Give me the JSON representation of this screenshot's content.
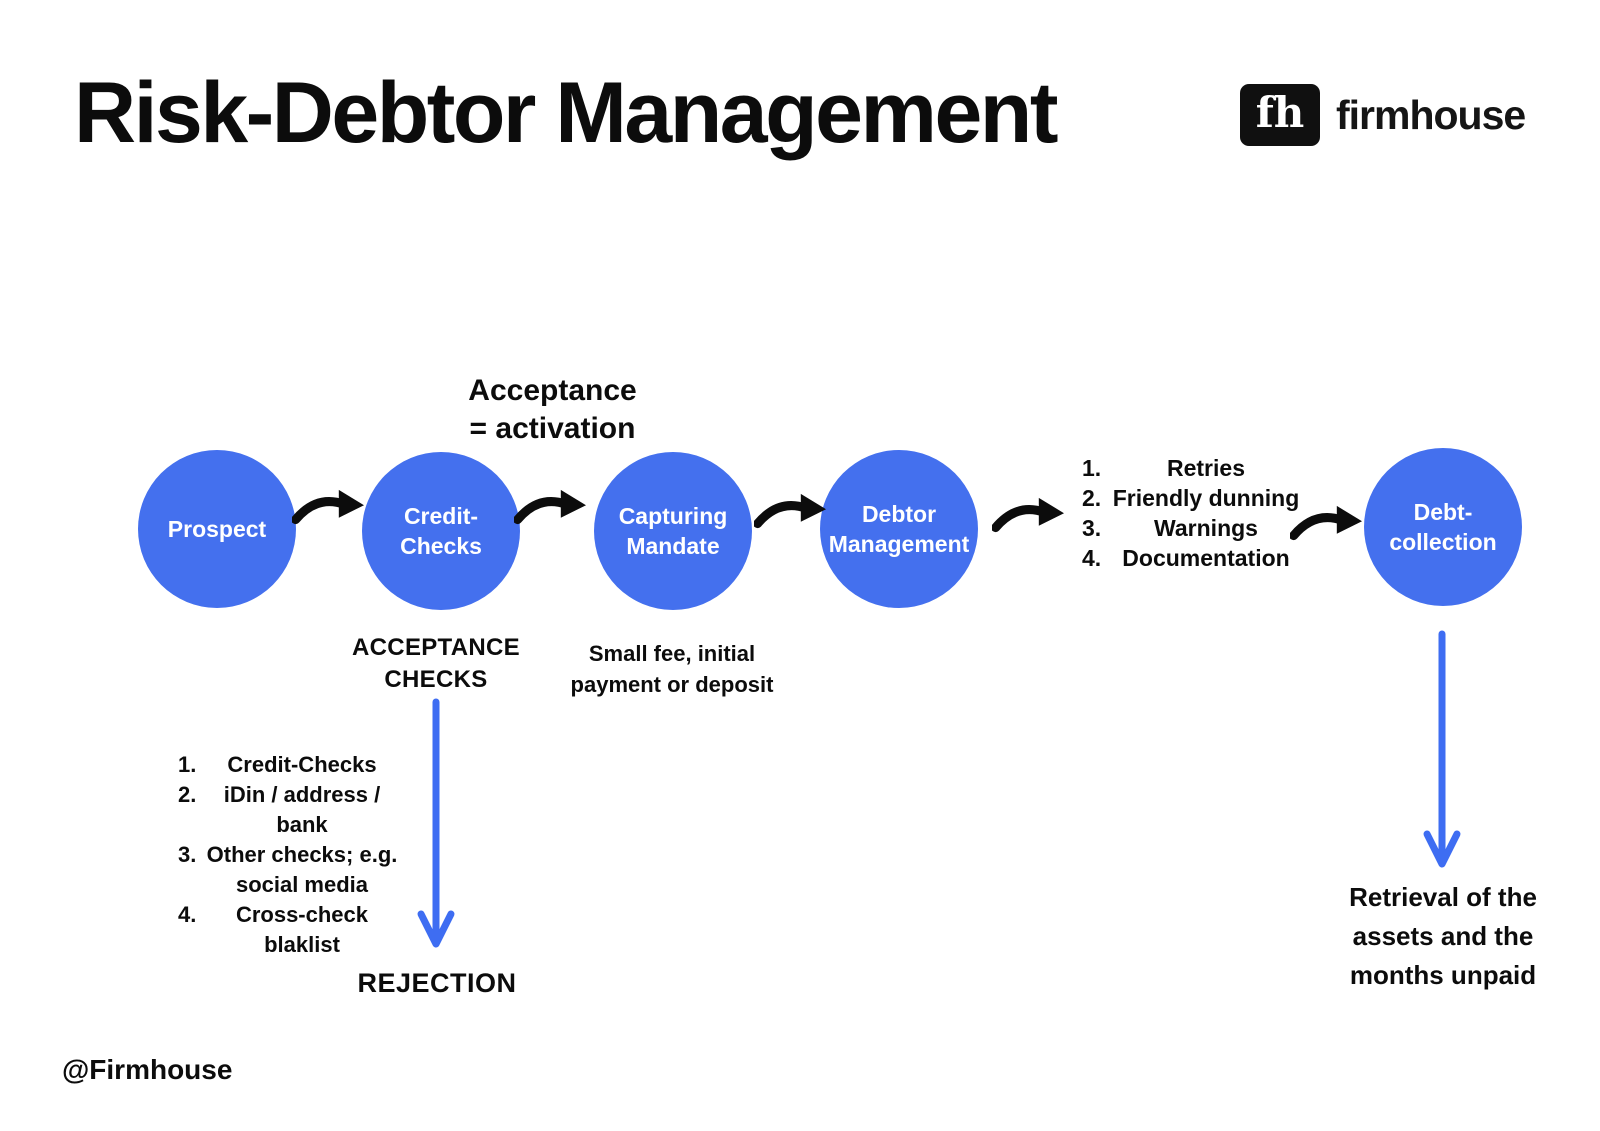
{
  "title": "Risk-Debtor Management",
  "logo": {
    "mark": "fh",
    "wordmark": "firmhouse"
  },
  "footer_handle": "@Firmhouse",
  "colors": {
    "node_blue": "#4470ee",
    "arrow_blue": "#3e6df2",
    "ink": "#0c0c0c"
  },
  "flow": {
    "nodes": [
      {
        "label_lines": [
          "Prospect",
          ""
        ]
      },
      {
        "label_lines": [
          "Credit-",
          "Checks"
        ]
      },
      {
        "label_lines": [
          "Capturing",
          "Mandate"
        ]
      },
      {
        "label_lines": [
          "Debtor",
          "Management"
        ]
      },
      {
        "label_lines": [
          "Debt-",
          "collection"
        ]
      }
    ]
  },
  "annotations": {
    "acceptance_activation": {
      "line1": "Acceptance",
      "line2": "= activation"
    },
    "acceptance_checks": {
      "line1": "ACCEPTANCE",
      "line2": "CHECKS"
    },
    "small_fee": {
      "line1": "Small fee, initial",
      "line2": "payment or deposit"
    },
    "dunning_steps": [
      {
        "num": "1.",
        "text": "Retries"
      },
      {
        "num": "2.",
        "text": "Friendly dunning"
      },
      {
        "num": "3.",
        "text": "Warnings"
      },
      {
        "num": "4.",
        "text": "Documentation"
      }
    ],
    "check_steps": [
      {
        "num": "1.",
        "text": "Credit-Checks"
      },
      {
        "num": "2.",
        "text": "iDin / address / bank"
      },
      {
        "num": "3.",
        "text": "Other checks; e.g."
      },
      {
        "num": "",
        "text": "social media"
      },
      {
        "num": "4.",
        "text": "Cross-check blaklist"
      }
    ],
    "rejection": "REJECTION",
    "retrieval": {
      "line1": "Retrieval of the",
      "line2": "assets and the",
      "line3": "months unpaid"
    }
  }
}
